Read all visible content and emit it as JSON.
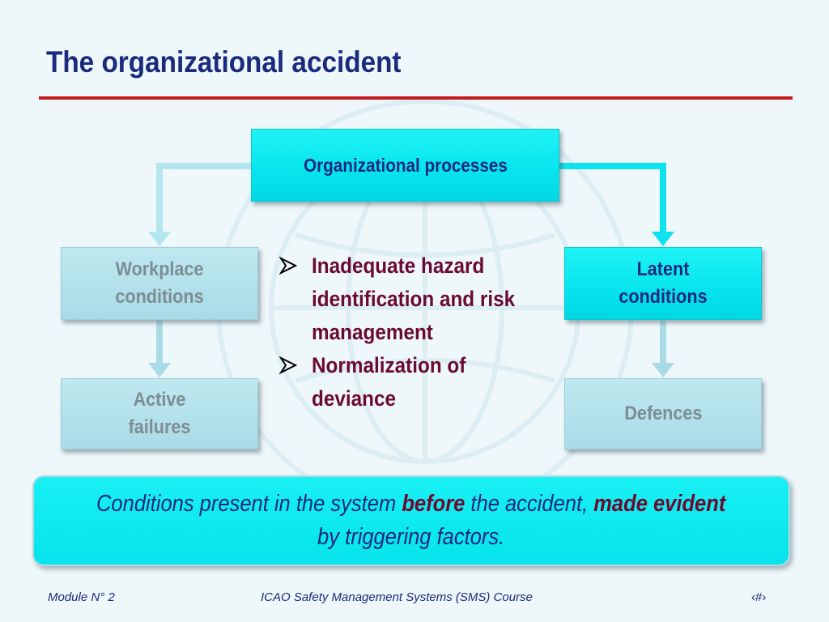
{
  "slide": {
    "title": "The organizational accident"
  },
  "diagram": {
    "top_box": "Organizational processes",
    "workplace_box": "Workplace conditions",
    "active_box": "Active failures",
    "latent_box": "Latent conditions",
    "defences_box": "Defences"
  },
  "bullets": [
    "Inadequate hazard identification and risk management",
    "Normalization of deviance"
  ],
  "callout": {
    "part1": "Conditions present in the system ",
    "emph1": "before",
    "part2": " the accident, ",
    "emph2": "made evident",
    "part3": " by triggering factors."
  },
  "footer": {
    "left": "Module N° 2",
    "center": "ICAO Safety Management Systems (SMS) Course",
    "right": "‹#›"
  },
  "colors": {
    "title": "#1a2a7e",
    "rule": "#c41a1a",
    "accent_box": "#00e5ee",
    "muted_box": "#a9dbe6",
    "bullet_text": "#6b0a30"
  }
}
